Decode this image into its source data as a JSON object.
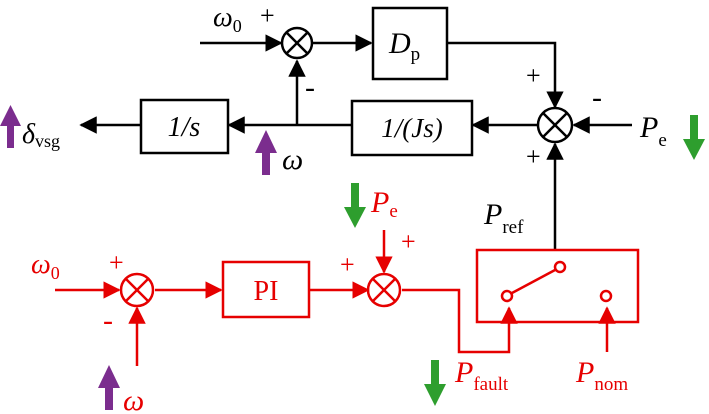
{
  "colors": {
    "black": "#000000",
    "red": "#e60000",
    "purple": "#7b2d8e",
    "green": "#2e9e2e",
    "background": "#ffffff"
  },
  "vsg_loop": {
    "omega0": {
      "symbol": "ω",
      "sub": "0"
    },
    "sign_omega0": "+",
    "sign_feedback": "-",
    "damping_block": {
      "symbol": "D",
      "sub": "p"
    },
    "inertia_block": "1/(Js)",
    "integrator_block": "1/s",
    "sign_top": "+",
    "sign_pe": "-",
    "sign_bottom": "+",
    "pe_input": {
      "symbol": "P",
      "sub": "e"
    },
    "delta_output": {
      "symbol": "δ",
      "sub": "vsg"
    },
    "omega_output": "ω"
  },
  "control_loop": {
    "omega0": {
      "symbol": "ω",
      "sub": "0"
    },
    "sign_omega0": "+",
    "sign_feedback": "-",
    "pi_block": "PI",
    "sign_pi": "+",
    "sign_pe": "+",
    "pe_input": {
      "symbol": "P",
      "sub": "e"
    },
    "omega_input": "ω",
    "pref_label": {
      "symbol": "P",
      "sub": "ref"
    },
    "pfault_label": {
      "symbol": "P",
      "sub": "fault"
    },
    "pnom_label": {
      "symbol": "P",
      "sub": "nom"
    }
  },
  "icons": [
    "sum-junction-icon",
    "switch-icon",
    "up-arrow-icon",
    "down-arrow-icon"
  ]
}
